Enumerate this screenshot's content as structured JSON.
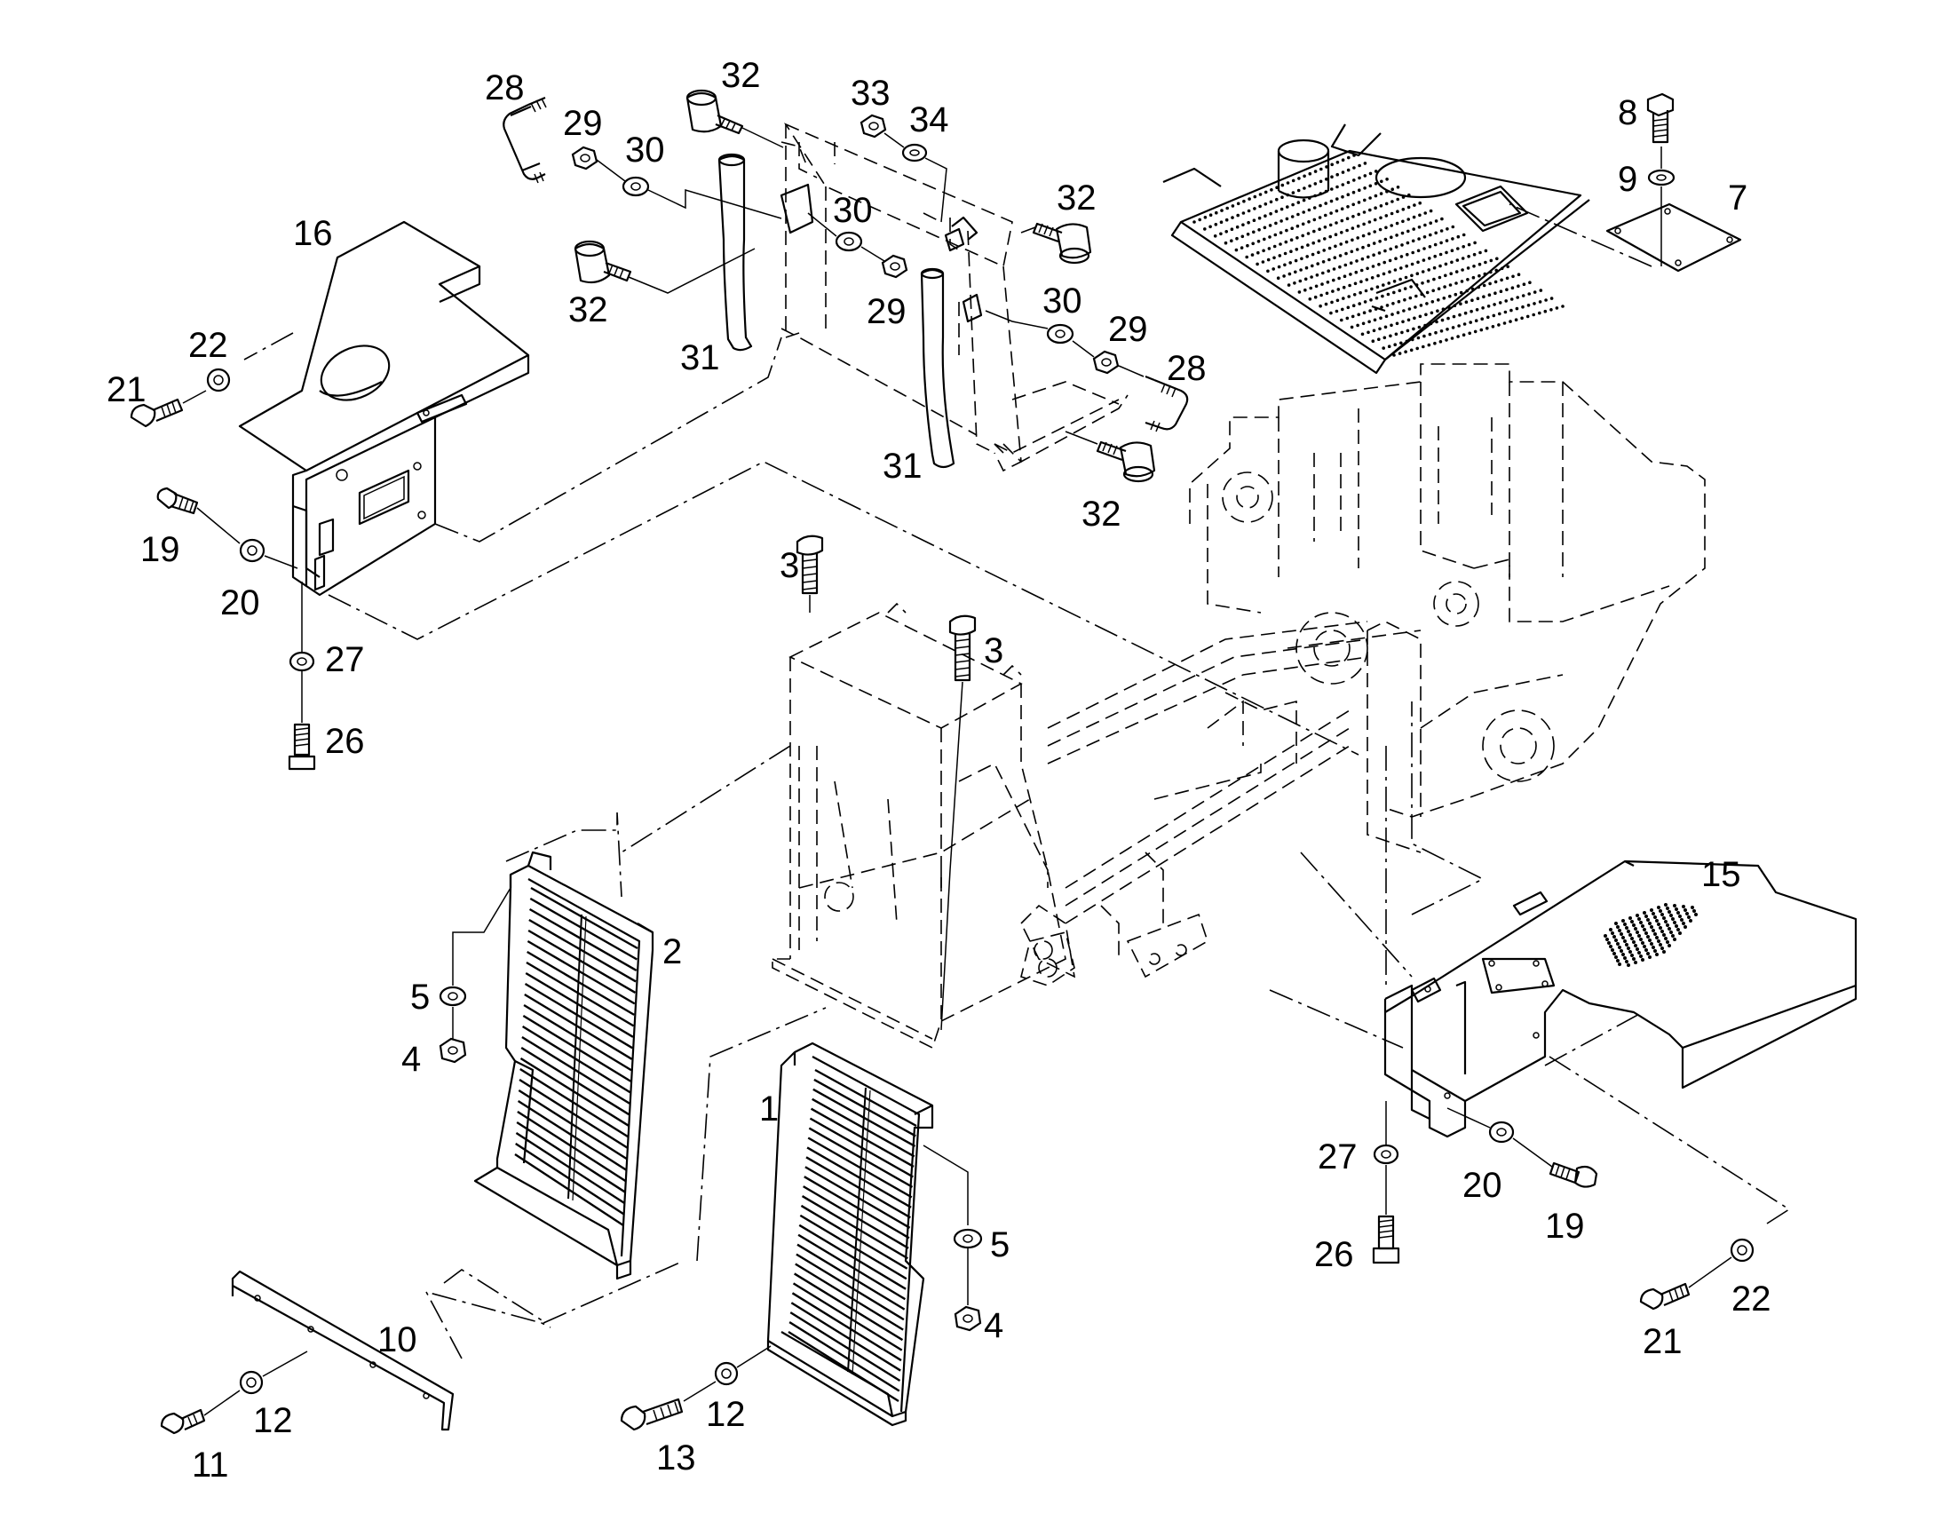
{
  "callouts": [
    {
      "id": "c1",
      "text": "1"
    },
    {
      "id": "c2",
      "text": "2"
    },
    {
      "id": "c3a",
      "text": "3"
    },
    {
      "id": "c3b",
      "text": "3"
    },
    {
      "id": "c4a",
      "text": "4"
    },
    {
      "id": "c4b",
      "text": "4"
    },
    {
      "id": "c5a",
      "text": "5"
    },
    {
      "id": "c5b",
      "text": "5"
    },
    {
      "id": "c7",
      "text": "7"
    },
    {
      "id": "c8",
      "text": "8"
    },
    {
      "id": "c9",
      "text": "9"
    },
    {
      "id": "c10",
      "text": "10"
    },
    {
      "id": "c11",
      "text": "11"
    },
    {
      "id": "c12a",
      "text": "12"
    },
    {
      "id": "c12b",
      "text": "12"
    },
    {
      "id": "c13",
      "text": "13"
    },
    {
      "id": "c15",
      "text": "15"
    },
    {
      "id": "c16",
      "text": "16"
    },
    {
      "id": "c19a",
      "text": "19"
    },
    {
      "id": "c19b",
      "text": "19"
    },
    {
      "id": "c20a",
      "text": "20"
    },
    {
      "id": "c20b",
      "text": "20"
    },
    {
      "id": "c21a",
      "text": "21"
    },
    {
      "id": "c21b",
      "text": "21"
    },
    {
      "id": "c22a",
      "text": "22"
    },
    {
      "id": "c22b",
      "text": "22"
    },
    {
      "id": "c26a",
      "text": "26"
    },
    {
      "id": "c26b",
      "text": "26"
    },
    {
      "id": "c27a",
      "text": "27"
    },
    {
      "id": "c27b",
      "text": "27"
    },
    {
      "id": "c28a",
      "text": "28"
    },
    {
      "id": "c28b",
      "text": "28"
    },
    {
      "id": "c29a",
      "text": "29"
    },
    {
      "id": "c29b",
      "text": "29"
    },
    {
      "id": "c29c",
      "text": "29"
    },
    {
      "id": "c30a",
      "text": "30"
    },
    {
      "id": "c30b",
      "text": "30"
    },
    {
      "id": "c30c",
      "text": "30"
    },
    {
      "id": "c31a",
      "text": "31"
    },
    {
      "id": "c31b",
      "text": "31"
    },
    {
      "id": "c32a",
      "text": "32"
    },
    {
      "id": "c32b",
      "text": "32"
    },
    {
      "id": "c32c",
      "text": "32"
    },
    {
      "id": "c32d",
      "text": "32"
    },
    {
      "id": "c33",
      "text": "33"
    },
    {
      "id": "c34",
      "text": "34"
    }
  ]
}
